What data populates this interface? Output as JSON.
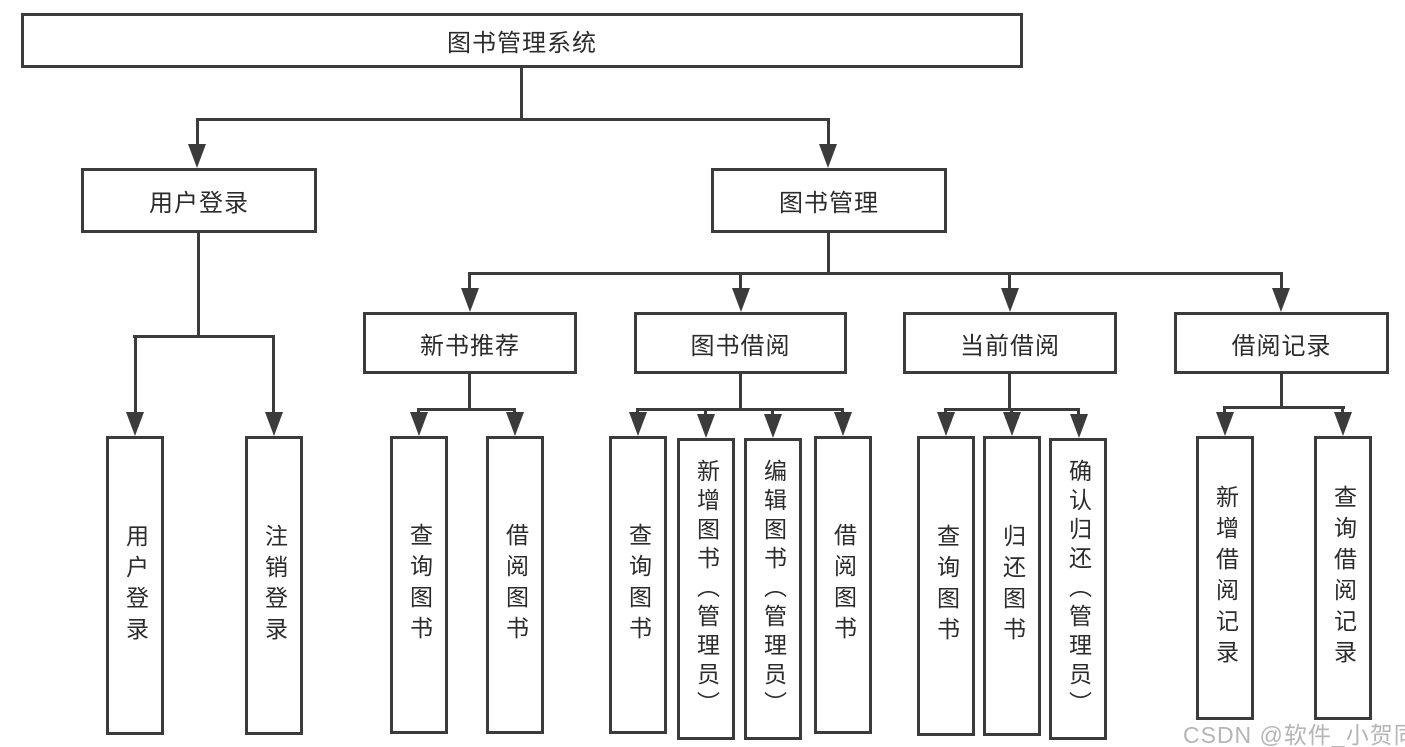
{
  "nodes": {
    "root": {
      "label": "图书管理系统"
    },
    "user_login": {
      "label": "用户登录"
    },
    "book_management": {
      "label": "图书管理"
    },
    "new_book_recommend": {
      "label": "新书推荐"
    },
    "book_borrow": {
      "label": "图书借阅"
    },
    "current_borrow": {
      "label": "当前借阅"
    },
    "borrow_records": {
      "label": "借阅记录"
    }
  },
  "leaves": {
    "user_login": {
      "label": "用户登录"
    },
    "logout_login": {
      "label": "注销登录"
    },
    "nb_query_books": {
      "label": "查询图书"
    },
    "nb_borrow_books": {
      "label": "借阅图书"
    },
    "bb_query_books": {
      "label": "查询图书"
    },
    "bb_add_books_admin": {
      "label": "新增图书（管理员）"
    },
    "bb_edit_books_admin": {
      "label": "编辑图书（管理员）"
    },
    "bb_borrow_books": {
      "label": "借阅图书"
    },
    "cb_query_books": {
      "label": "查询图书"
    },
    "cb_return_books": {
      "label": "归还图书"
    },
    "cb_confirm_return_admin": {
      "label": "确认归还（管理员）"
    },
    "br_add_record": {
      "label": "新增借阅记录"
    },
    "br_query_record": {
      "label": "查询借阅记录"
    }
  },
  "watermark": {
    "text": "CSDN @软件_小贺同学"
  },
  "colors": {
    "line": "#3b3b3b",
    "text": "#2b2b2b",
    "watermark": "#b5b5b5",
    "background": "#ffffff"
  }
}
